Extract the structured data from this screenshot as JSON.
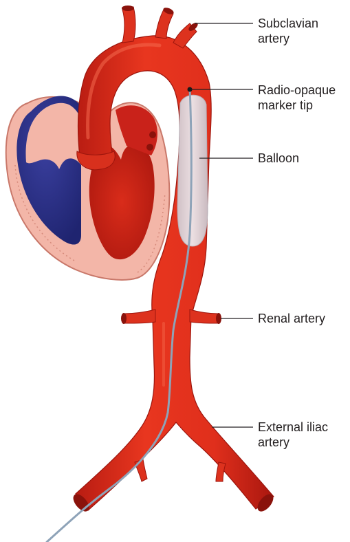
{
  "labels": {
    "subclavian": [
      "Subclavian",
      "artery"
    ],
    "marker": [
      "Radio-opaque",
      "marker tip"
    ],
    "balloon": [
      "Balloon"
    ],
    "renal": [
      "Renal artery"
    ],
    "iliac": [
      "External iliac",
      "artery"
    ]
  },
  "colors": {
    "artery": "#e3301f",
    "artery_dark": "#b91d14",
    "vein_blue": "#2b2f86",
    "myocardium": "#f3b3a6",
    "balloon": "#d8d4da",
    "catheter": "#8ea3b8",
    "leader_line": "#231f20"
  }
}
